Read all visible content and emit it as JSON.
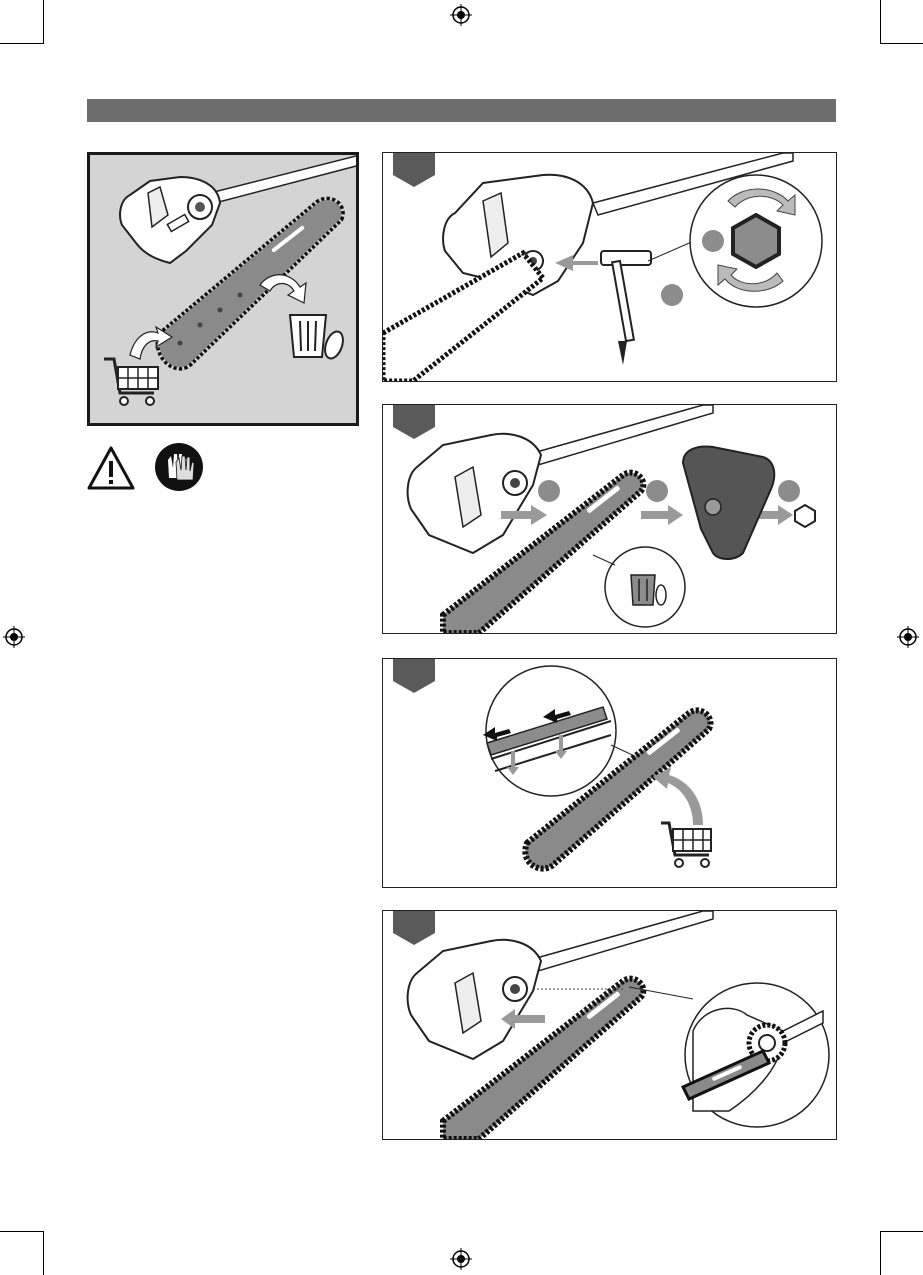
{
  "page": {
    "section_header_text": "",
    "colors": {
      "header_bar": "#6d6d6d",
      "panel_border": "#222222",
      "bar_fill": "#8a8a8a",
      "overview_bg": "#d4d4d4",
      "badge": "#8c8c8c",
      "arrow": "#9a9a9a"
    }
  },
  "overview": {
    "icons": [
      "chainsaw-head-icon",
      "guide-bar-chain-icon",
      "shopping-cart-icon",
      "trash-bin-icon"
    ]
  },
  "safety_icons": [
    "warning-triangle-icon",
    "gloves-icon"
  ],
  "steps": [
    {
      "id": "step-1",
      "icons": [
        "chainsaw-head-icon",
        "socket-wrench-icon",
        "hex-nut-icon",
        "rotate-arrows-icon"
      ],
      "badges": 2
    },
    {
      "id": "step-2",
      "icons": [
        "chainsaw-head-icon",
        "guide-bar-chain-icon",
        "chain-cover-icon",
        "hex-nut-icon",
        "trash-bin-icon"
      ],
      "badges": 3
    },
    {
      "id": "step-3",
      "icons": [
        "chain-direction-icon",
        "guide-bar-chain-icon",
        "shopping-cart-icon"
      ],
      "badges": 0
    },
    {
      "id": "step-4",
      "icons": [
        "chainsaw-head-icon",
        "guide-bar-chain-icon",
        "sprocket-detail-icon"
      ],
      "badges": 0
    }
  ]
}
